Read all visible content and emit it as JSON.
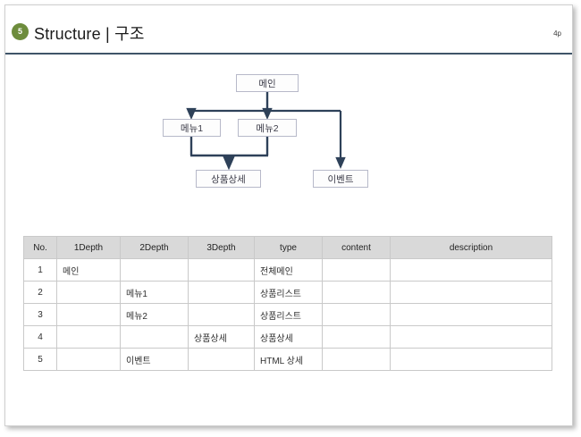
{
  "header": {
    "badge_number": "5",
    "title": "Structure | 구조",
    "page_label": "4p",
    "badge_color": "#6d8c3c",
    "rule_color": "#3f5468"
  },
  "diagram": {
    "type": "flowchart",
    "line_color": "#2e4159",
    "node_border_color": "#b7b9c9",
    "nodes": [
      {
        "id": "main",
        "label": "메인"
      },
      {
        "id": "menu1",
        "label": "메뉴1"
      },
      {
        "id": "menu2",
        "label": "메뉴2"
      },
      {
        "id": "detail",
        "label": "상품상세"
      },
      {
        "id": "event",
        "label": "이벤트"
      }
    ],
    "edges": [
      {
        "from": "main",
        "to": "menu1"
      },
      {
        "from": "main",
        "to": "menu2"
      },
      {
        "from": "main",
        "to": "event"
      },
      {
        "from": "menu1",
        "to": "detail"
      },
      {
        "from": "menu2",
        "to": "detail"
      }
    ]
  },
  "table": {
    "header_bg": "#d9d9d9",
    "columns": [
      "No.",
      "1Depth",
      "2Depth",
      "3Depth",
      "type",
      "content",
      "description"
    ],
    "rows": [
      {
        "no": "1",
        "d1": "메인",
        "d2": "",
        "d3": "",
        "type": "전체메인",
        "content": "",
        "description": ""
      },
      {
        "no": "2",
        "d1": "",
        "d2": "메뉴1",
        "d3": "",
        "type": "상품리스트",
        "content": "",
        "description": ""
      },
      {
        "no": "3",
        "d1": "",
        "d2": "메뉴2",
        "d3": "",
        "type": "상품리스트",
        "content": "",
        "description": ""
      },
      {
        "no": "4",
        "d1": "",
        "d2": "",
        "d3": "상품상세",
        "type": "상품상세",
        "content": "",
        "description": ""
      },
      {
        "no": "5",
        "d1": "",
        "d2": "이벤트",
        "d3": "",
        "type": "HTML 상세",
        "content": "",
        "description": ""
      }
    ]
  }
}
